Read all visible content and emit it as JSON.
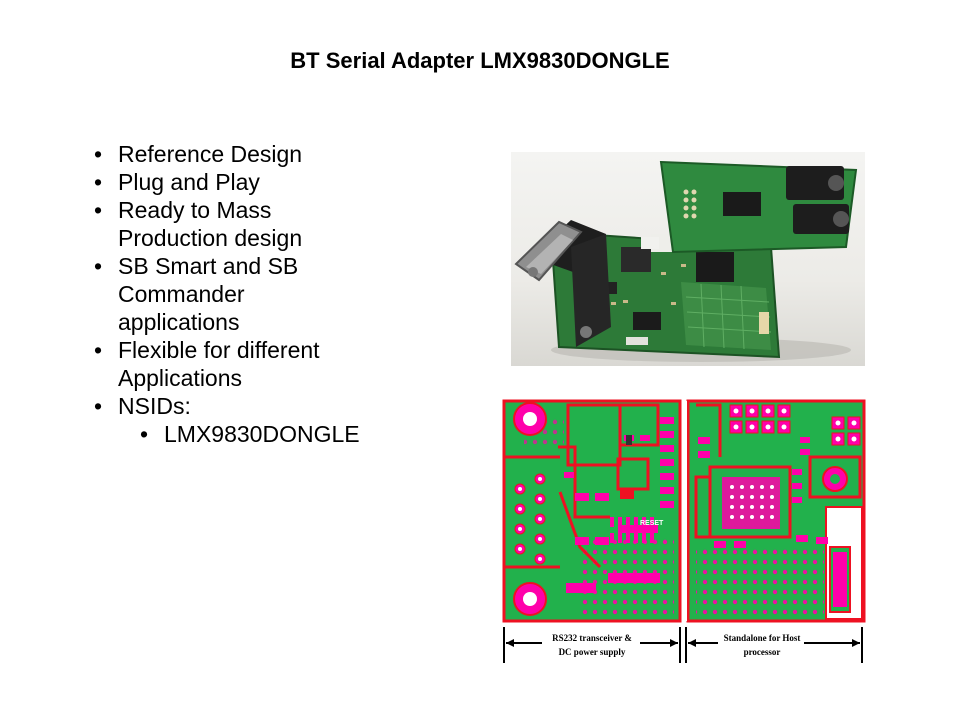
{
  "slide": {
    "title": "BT Serial Adapter LMX9830DONGLE",
    "bullet_char": "•",
    "bullets": [
      {
        "line1": "Reference Design"
      },
      {
        "line1": "Plug and Play"
      },
      {
        "line1": "Ready to Mass",
        "line2": "Production design"
      },
      {
        "line1": "SB Smart and SB",
        "line2": "Commander",
        "line3": "applications"
      },
      {
        "line1": "Flexible for different",
        "line2": "Applications"
      },
      {
        "line1": "NSIDs:"
      }
    ],
    "sub_bullets": [
      {
        "line1": "LMX9830DONGLE"
      }
    ]
  },
  "figure": {
    "labels": {
      "left_section_l1": "RS232 transceiver &",
      "left_section_l2": "DC power supply",
      "right_section_l1": "Standalone for Host",
      "right_section_l2": "processor",
      "reset": "RESET"
    },
    "colors": {
      "pcb_green": "#22b14c",
      "copper_magenta": "#ff00aa",
      "outline_red": "#ee1122",
      "board_photo_green": "#2f7a3a"
    }
  }
}
